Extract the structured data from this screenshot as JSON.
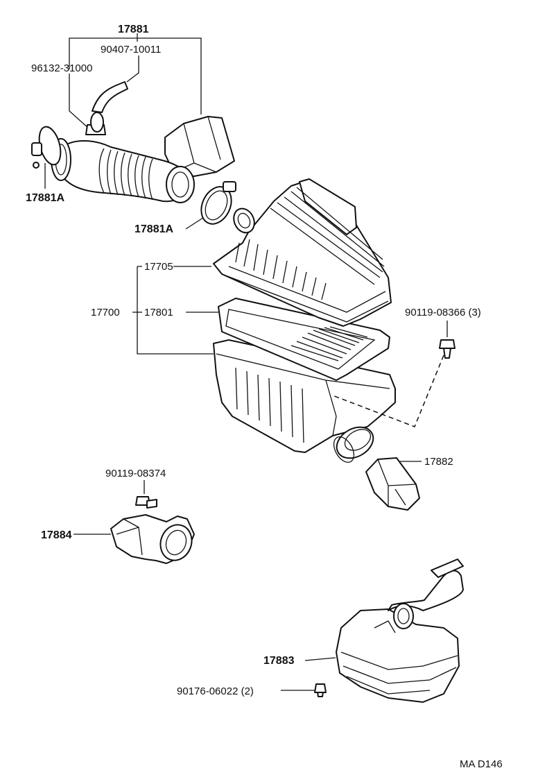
{
  "labels": {
    "p17881": "17881",
    "p90407": "90407-10011",
    "p96132": "96132-31000",
    "p17881A_left": "17881A",
    "p17881A_mid": "17881A",
    "p17705": "17705",
    "p17700": "17700",
    "p17801": "17801",
    "p90119_08366": "90119-08366 (3)",
    "p17882": "17882",
    "p90119_08374": "90119-08374",
    "p17884": "17884",
    "p17883": "17883",
    "p90176": "90176-06022 (2)",
    "code": "MA D146"
  }
}
